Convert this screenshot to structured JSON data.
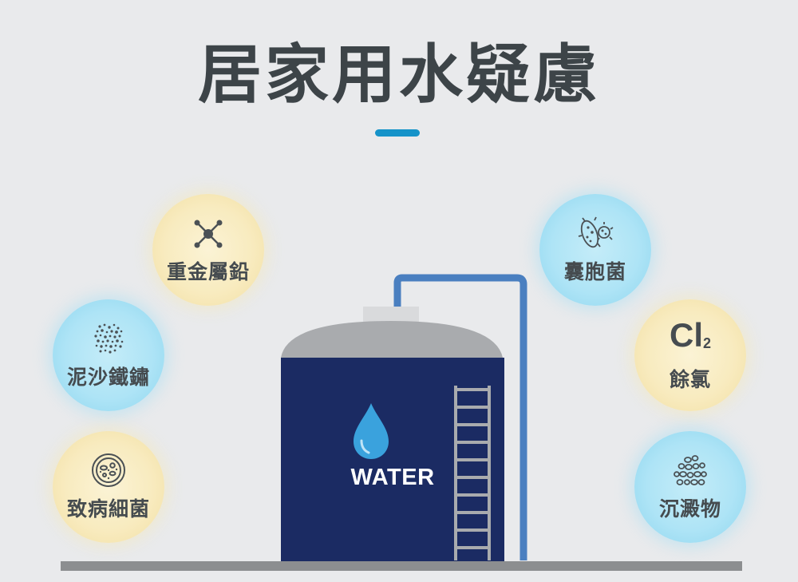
{
  "title": "居家用水疑慮",
  "colors": {
    "accent": "#1593c9",
    "tank_body": "#1b2b63",
    "tank_roof": "#a9abae",
    "pipe": "#4a7fc0",
    "bubble_yellow": "#f8ebbf",
    "bubble_blue": "#aee4f6"
  },
  "concerns": [
    {
      "label": "重金屬鉛",
      "icon": "molecule-icon",
      "color": "yellow"
    },
    {
      "label": "泥沙鐵鏽",
      "icon": "sediment-dots-icon",
      "color": "blue"
    },
    {
      "label": "致病細菌",
      "icon": "petri-dish-icon",
      "color": "yellow"
    },
    {
      "label": "囊胞菌",
      "icon": "microbe-icon",
      "color": "blue"
    },
    {
      "label": "餘氯",
      "formula": "Cl",
      "formula_sub": "2",
      "color": "yellow"
    },
    {
      "label": "沉澱物",
      "icon": "particles-icon",
      "color": "blue"
    }
  ],
  "tank": {
    "label": "WATER",
    "icon": "water-drop-icon"
  }
}
